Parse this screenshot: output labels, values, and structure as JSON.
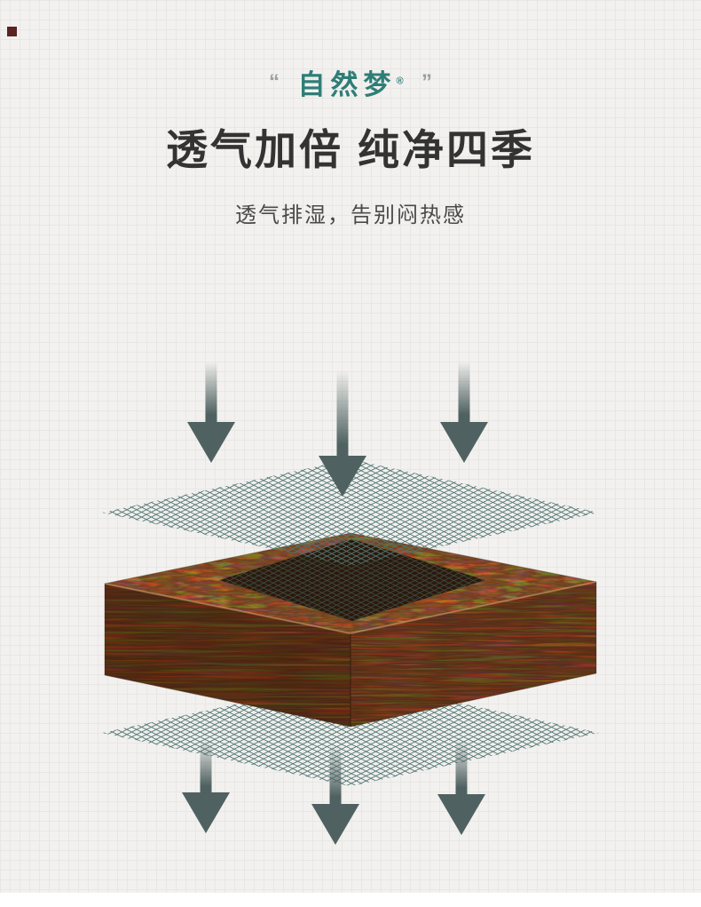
{
  "brand": {
    "open_quote": "“",
    "name": "自然梦",
    "reg": "®",
    "close_quote": "”"
  },
  "headline": {
    "title": "透气加倍 纯净四季",
    "subtitle": "透气排湿，告别闷热感"
  },
  "illustration": {
    "description": "coir-mattress-core-with-breathable-mesh-layers-and-airflow-arrows",
    "arrow_color": "#4f6261",
    "mesh_color": "#4e7370",
    "mesh_dark_color": "#3f524d",
    "coir_top_base": "#8a5a32",
    "coir_front_base": "#5f3a1f",
    "coir_right_base": "#6d4526",
    "coir_shadow": "#241509",
    "edge_highlight": "#d8a56c"
  },
  "colors": {
    "background": "#f2f1ef",
    "grid_line": "#e8e7e4",
    "brand_teal": "#2e7e77",
    "quote_gray": "#9aa19f",
    "title_text": "#333333",
    "subtitle_text": "#4a4a4a",
    "corner_mark": "#5c2323"
  }
}
